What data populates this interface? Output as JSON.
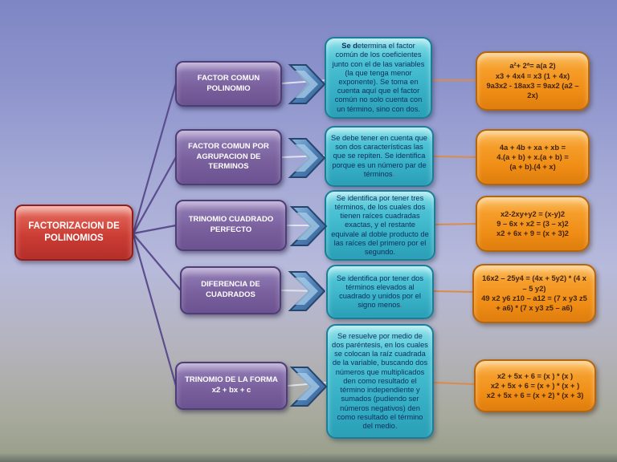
{
  "title": {
    "label": "FACTORIZACION DE POLINOMIOS"
  },
  "colors": {
    "root_box": "#c73b34",
    "method_box": "#7a619e",
    "description_box": "#37b0c6",
    "formula_box": "#ef8d15",
    "arrow": "#4d7fb5",
    "root_connector": "#5c4d8f",
    "formula_connector": "#dd8a4a"
  },
  "rows": [
    {
      "method": "FACTOR COMUN POLINOMIO",
      "method_line2": "",
      "desc_lead": "Se d",
      "desc_text": "etermina el factor común de los coeficientes junto con el de las variables (la que tenga menor exponente). Se toma en cuenta aquí que el factor común no solo cuenta con un término, sino con dos.",
      "desc_suffix": "",
      "formulas": [
        "a²+ 2ª= a(a 2)",
        "x3 + 4x4 = x3 (1 + 4x)",
        "9a3x2 - 18ax3 = 9ax2 (a2 – 2x)"
      ]
    },
    {
      "method": "FACTOR COMUN POR AGRUPACION DE TERMINOS",
      "method_line2": "",
      "desc_lead": "",
      "desc_text": "Se debe tener en cuenta que son dos características las que se repiten. Se identifica porque es un número par de términos",
      "desc_suffix": ".",
      "formulas": [
        "4a  +  4b  +  xa  +  xb =",
        "4.(a + b)  +  x.(a + b) =",
        "(a + b).(4 + x)"
      ]
    },
    {
      "method": "TRINOMIO CUADRADO PERFECTO",
      "method_line2": "",
      "desc_lead": "",
      "desc_text": "Se identifica por tener tres términos, de los cuales dos tienen raíces cuadradas exactas, y el restante equivale al doble producto de las raíces del primero por el segundo.",
      "desc_suffix": "",
      "formulas": [
        "x2-2xy+y2 = (x-y)2",
        "9 – 6x + x2 = (3 – x)2",
        "x2  +  6x  +  9 = (x + 3)2"
      ]
    },
    {
      "method": "DIFERENCIA DE CUADRADOS",
      "method_line2": "",
      "desc_lead": "",
      "desc_text": "Se identifica por tener dos términos elevados al cuadrado y unidos por el signo menos",
      "desc_suffix": ".",
      "formulas": [
        "16x2 – 25y4 = (4x + 5y2) * (4 x – 5 y2)",
        "49 x2 y6 z10 – a12 = (7 x y3 z5 + a6) * (7 x y3 z5 – a6)"
      ]
    },
    {
      "method": "TRINOMIO DE LA FORMA",
      "method_line2": "x2  + bx + c",
      "desc_lead": "",
      "desc_text": "Se resuelve por medio de dos paréntesis, en los cuales se colocan la raíz cuadrada de la variable, buscando dos números que multiplicados den como resultado el término independiente y sumados (pudiendo ser números negativos) den como resultado el término del medio.",
      "desc_suffix": "",
      "formulas": [
        "x2 + 5x + 6 = (x ) * (x )",
        "x2 + 5x + 6 = (x + ) * (x + )",
        "x2 + 5x + 6 = (x + 2) * (x + 3)"
      ]
    }
  ]
}
